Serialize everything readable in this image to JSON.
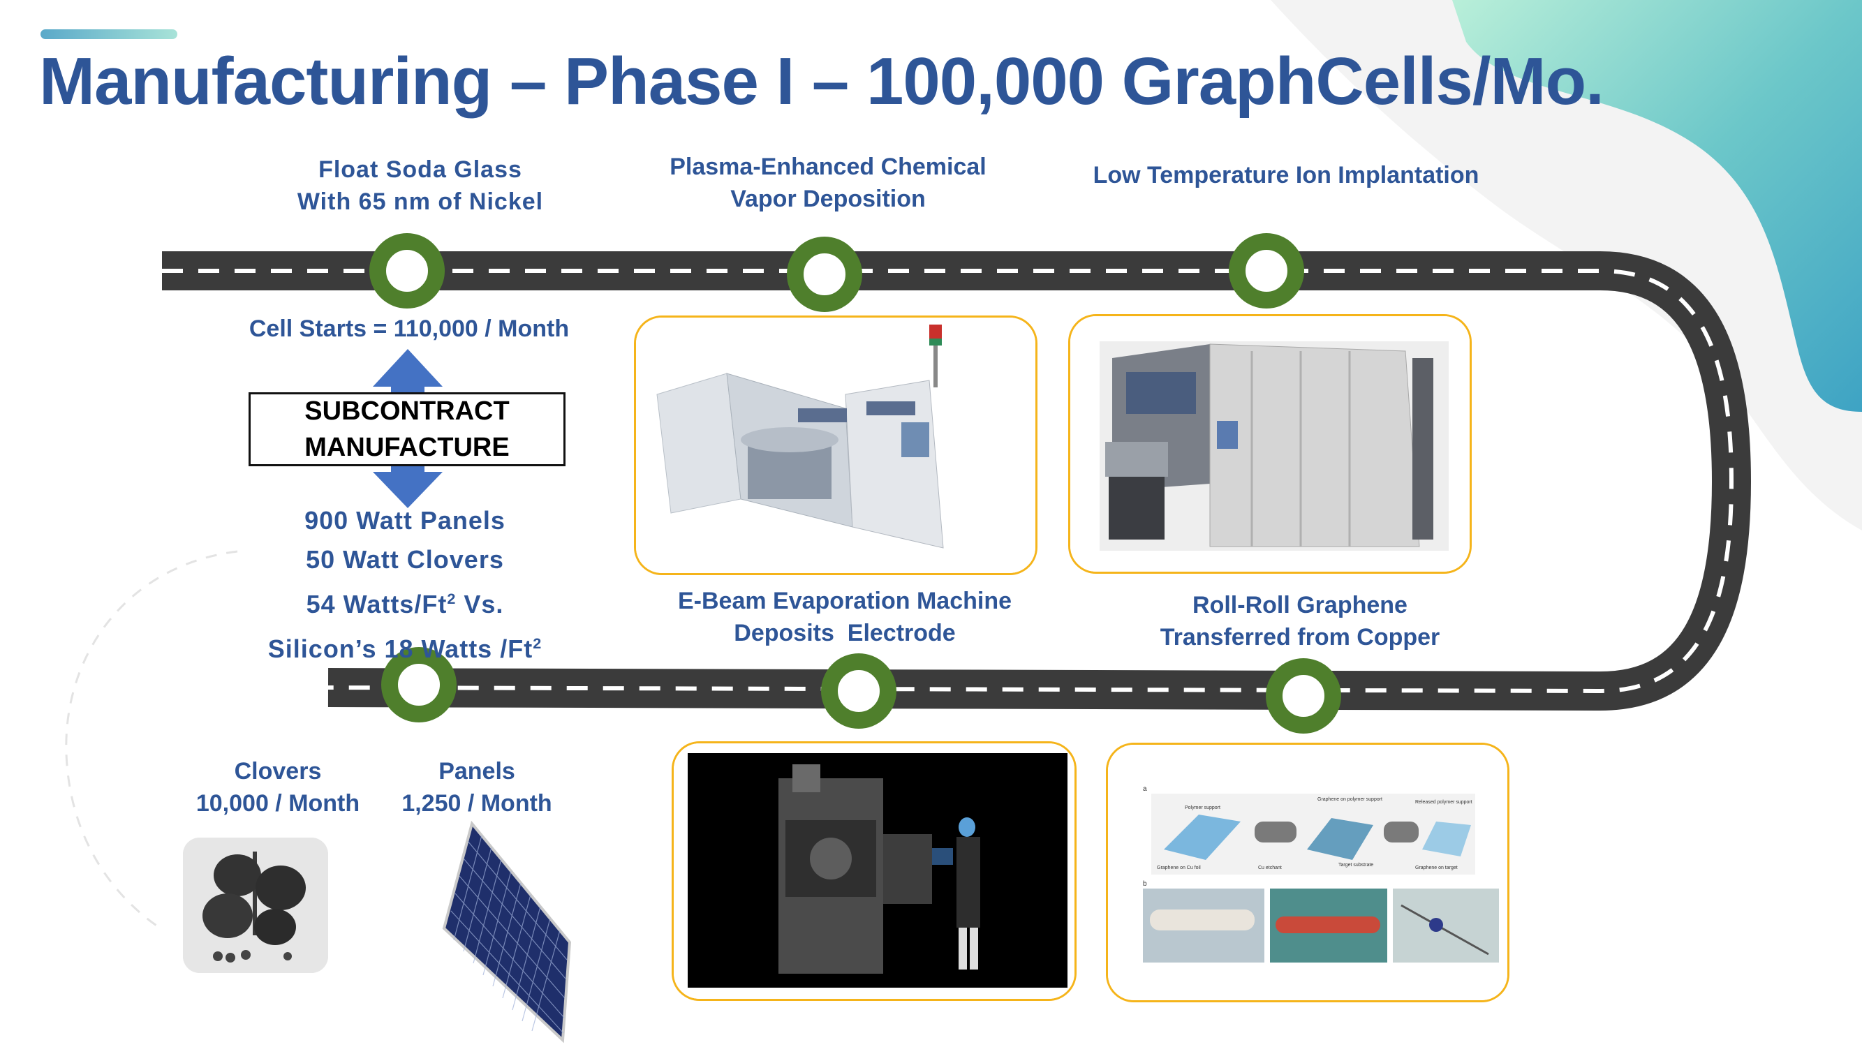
{
  "slide": {
    "title": "Manufacturing – Phase I – 100,000 GraphCells/Mo.",
    "colors": {
      "title": "#2e5597",
      "road": "#3b3b3b",
      "node_ring": "#4f7f2c",
      "frame": "#f5b41a",
      "accent": "#5aa9c9"
    }
  },
  "top_labels": {
    "float_glass": [
      "Float Soda Glass",
      "With 65 nm of Nickel"
    ],
    "pecvd": [
      "Plasma-Enhanced Chemical",
      "Vapor Deposition"
    ],
    "ion_implant": [
      "Low Temperature Ion Implantation"
    ]
  },
  "mid_labels": {
    "ebeam": [
      "E-Beam Evaporation Machine",
      "Deposits  Electrode"
    ],
    "roll_roll": [
      "Roll-Roll Graphene",
      "Transferred from Copper"
    ]
  },
  "left_panel": {
    "cell_starts": "Cell Starts = 110,000 / Month",
    "subcontract": [
      "SUBCONTRACT",
      "MANUFACTURE"
    ],
    "stats": {
      "panels": "900 Watt Panels",
      "clovers": "50 Watt Clovers",
      "density_prefix": "54 Watts/Ft",
      "density_suffix": " Vs.",
      "silicon_prefix": "Silicon’s 18 Watts /Ft",
      "sup": "2"
    }
  },
  "outputs": {
    "clovers": [
      "Clovers",
      "10,000 / Month"
    ],
    "panels": [
      "Panels",
      "1,250 / Month"
    ]
  },
  "roll_figure": {
    "panel_a": "a",
    "panel_b": "b",
    "captions": [
      "Polymer support",
      "Graphene on polymer support",
      "Released polymer support",
      "Graphene on Cu foil",
      "Cu etchant",
      "Target substrate",
      "Graphene on target"
    ]
  }
}
